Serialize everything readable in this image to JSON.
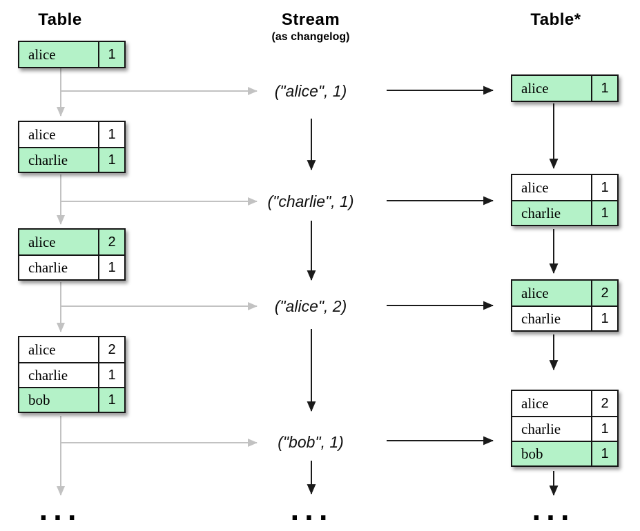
{
  "colors": {
    "highlight_green": "#b4f2c8",
    "table_border": "#151515",
    "connector_gray": "#c2c2c2",
    "arrow_black": "#1a1a1a",
    "background": "#ffffff"
  },
  "headers": {
    "left": "Table",
    "middle": "Stream",
    "middle_sub": "(as changelog)",
    "right": "Table*"
  },
  "left_column": {
    "tables": [
      {
        "rows": [
          {
            "key": "alice",
            "value": "1",
            "highlighted": true
          }
        ]
      },
      {
        "rows": [
          {
            "key": "alice",
            "value": "1",
            "highlighted": false
          },
          {
            "key": "charlie",
            "value": "1",
            "highlighted": true
          }
        ]
      },
      {
        "rows": [
          {
            "key": "alice",
            "value": "2",
            "highlighted": true
          },
          {
            "key": "charlie",
            "value": "1",
            "highlighted": false
          }
        ]
      },
      {
        "rows": [
          {
            "key": "alice",
            "value": "2",
            "highlighted": false
          },
          {
            "key": "charlie",
            "value": "1",
            "highlighted": false
          },
          {
            "key": "bob",
            "value": "1",
            "highlighted": true
          }
        ]
      }
    ],
    "ellipsis": "..."
  },
  "stream_column": {
    "events": [
      "(\"alice\", 1)",
      "(\"charlie\", 1)",
      "(\"alice\", 2)",
      "(\"bob\", 1)"
    ],
    "ellipsis": "..."
  },
  "right_column": {
    "tables": [
      {
        "rows": [
          {
            "key": "alice",
            "value": "1",
            "highlighted": true
          }
        ]
      },
      {
        "rows": [
          {
            "key": "alice",
            "value": "1",
            "highlighted": false
          },
          {
            "key": "charlie",
            "value": "1",
            "highlighted": true
          }
        ]
      },
      {
        "rows": [
          {
            "key": "alice",
            "value": "2",
            "highlighted": true
          },
          {
            "key": "charlie",
            "value": "1",
            "highlighted": false
          }
        ]
      },
      {
        "rows": [
          {
            "key": "alice",
            "value": "2",
            "highlighted": false
          },
          {
            "key": "charlie",
            "value": "1",
            "highlighted": false
          },
          {
            "key": "bob",
            "value": "1",
            "highlighted": true
          }
        ]
      }
    ],
    "ellipsis": "..."
  }
}
